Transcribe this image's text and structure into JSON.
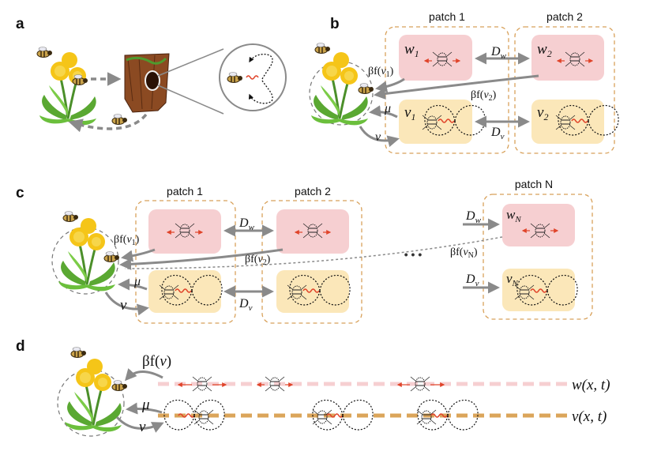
{
  "panels": {
    "a": {
      "label": "a"
    },
    "b": {
      "label": "b",
      "patch_titles": [
        "patch 1",
        "patch 2"
      ],
      "w_vars": [
        "w",
        "w"
      ],
      "w_subs": [
        "1",
        "2"
      ],
      "v_vars": [
        "v",
        "v"
      ],
      "v_subs": [
        "1",
        "2"
      ],
      "Dw": "D",
      "Dw_sub": "w",
      "Dv": "D",
      "Dv_sub": "v",
      "bf1": "βf(",
      "bf1_arg": "v",
      "bf1_sub": "1",
      "bf1_close": ")",
      "bf2": "βf(",
      "bf2_arg": "v",
      "bf2_sub": "2",
      "bf2_close": ")",
      "mu": "μ",
      "nu": "ν"
    },
    "c": {
      "label": "c",
      "patch_titles": [
        "patch 1",
        "patch 2",
        "patch N"
      ],
      "Dw": "D",
      "Dw_sub": "w",
      "Dv": "D",
      "Dv_sub": "v",
      "bf1": "βf(",
      "bf1_arg": "v",
      "bf1_sub": "1",
      "bf1_close": ")",
      "bf2": "βf(",
      "bf2_arg": "v",
      "bf2_sub": "2",
      "bf2_close": ")",
      "bfN": "βf(",
      "bfN_arg": "v",
      "bfN_sub": "N",
      "bfN_close": ")",
      "wN": "w",
      "wN_sub": "N",
      "vN": "v",
      "vN_sub": "N",
      "mu": "μ",
      "nu": "ν",
      "ellipsis": "• • •"
    },
    "d": {
      "label": "d",
      "bf": "βf(",
      "bf_arg": "v",
      "bf_close": ")",
      "mu": "μ",
      "nu": "ν",
      "w_line": "w(x, t)",
      "v_line": "v(x, t)"
    }
  },
  "colors": {
    "pink": "#f6cfd1",
    "yellow": "#fbe7b9",
    "dash_orange": "#d8a15a",
    "arrow_gray": "#8a8a8a",
    "red": "#e0442a",
    "flower": "#f5c518",
    "leaf": "#5aa832"
  },
  "icons": [
    "dandelion-icon",
    "bee-icon",
    "tree-trunk-icon",
    "magnifier-icon"
  ]
}
